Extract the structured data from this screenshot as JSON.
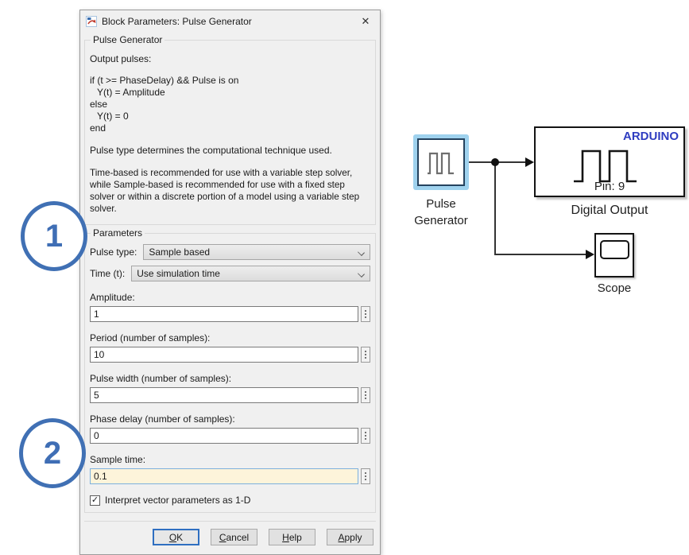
{
  "colors": {
    "dialog_bg": "#f0f0f0",
    "annotation_blue": "#4070b4",
    "arduino_blue": "#2e3cc0",
    "selection_halo_blue": "#9fd2ee",
    "focused_field_bg": "#fdf4da",
    "focused_field_border": "#7db0dd",
    "ok_focus_border": "#2f6fc1"
  },
  "annotations": {
    "step1": "1",
    "step2": "2"
  },
  "dialog": {
    "title": "Block Parameters: Pulse Generator",
    "close_glyph": "✕",
    "block_group": {
      "label": "Pulse Generator",
      "output_pulses": "Output pulses:",
      "code": [
        "if (t >= PhaseDelay) && Pulse is on",
        "Y(t) = Amplitude",
        "else",
        "Y(t) = 0",
        "end"
      ],
      "pulse_type_note": "Pulse type determines the computational technique used.",
      "solver_note": "Time-based is recommended for use with a variable step solver, while Sample-based is recommended for use with a fixed step solver or within a discrete portion of a model using a variable step solver."
    },
    "parameters": {
      "label": "Parameters",
      "pulse_type": {
        "label": "Pulse type:",
        "value": "Sample based"
      },
      "time": {
        "label": "Time (t):",
        "value": "Use simulation time"
      },
      "amplitude": {
        "label": "Amplitude:",
        "value": "1"
      },
      "period": {
        "label": "Period (number of samples):",
        "value": "10"
      },
      "pulse_width": {
        "label": "Pulse width (number of samples):",
        "value": "5"
      },
      "phase_delay": {
        "label": "Phase delay (number of samples):",
        "value": "0"
      },
      "sample_time": {
        "label": "Sample time:",
        "value": "0.1"
      },
      "interpret_checkbox": {
        "label": "Interpret vector parameters as 1-D",
        "checked": "true",
        "check_glyph": "✓"
      }
    },
    "buttons": {
      "ok": {
        "mnemonic": "O",
        "rest": "K"
      },
      "cancel": {
        "mnemonic": "C",
        "rest": "ancel"
      },
      "help": {
        "mnemonic": "H",
        "rest": "elp"
      },
      "apply": {
        "mnemonic": "A",
        "rest": "pply"
      }
    }
  },
  "diagram": {
    "pulse_generator": {
      "label_line1": "Pulse",
      "label_line2": "Generator"
    },
    "digital_output": {
      "brand": "ARDUINO",
      "pin": "Pin: 9",
      "label": "Digital Output"
    },
    "scope": {
      "label": "Scope"
    }
  }
}
